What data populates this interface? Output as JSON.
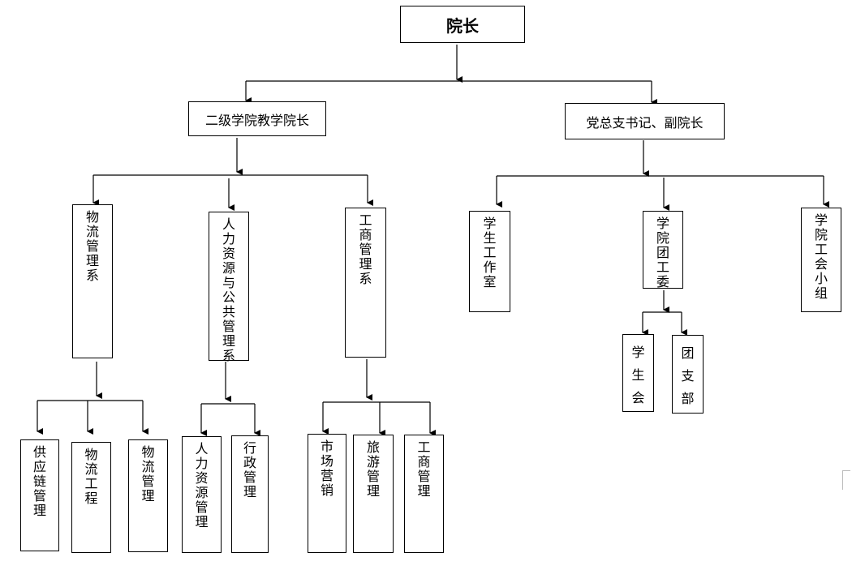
{
  "root": {
    "label": "院长"
  },
  "level2": {
    "academic_vp": "二级学院教学院长",
    "party_secretary": "党总支书记、副院长"
  },
  "departments": {
    "logistics": "物流管理系",
    "hr_public": "人力资源与公共管理系",
    "business": "工商管理系"
  },
  "majors": {
    "supply_chain": "供应链管理",
    "logistics_eng": "物流工程",
    "logistics_mgmt": "物流管理",
    "hr_mgmt": "人力资源管理",
    "admin_mgmt": "行政管理",
    "marketing": "市场营销",
    "tourism": "旅游管理",
    "business_mgmt": "工商管理"
  },
  "student_affairs": {
    "student_office": "学生工作室",
    "youth_league": "学院团工委",
    "union_group": "学院工会小组",
    "student_union": "学生会",
    "league_branch": "团支部"
  },
  "colors": {
    "line": "#000000",
    "background": "#ffffff"
  }
}
